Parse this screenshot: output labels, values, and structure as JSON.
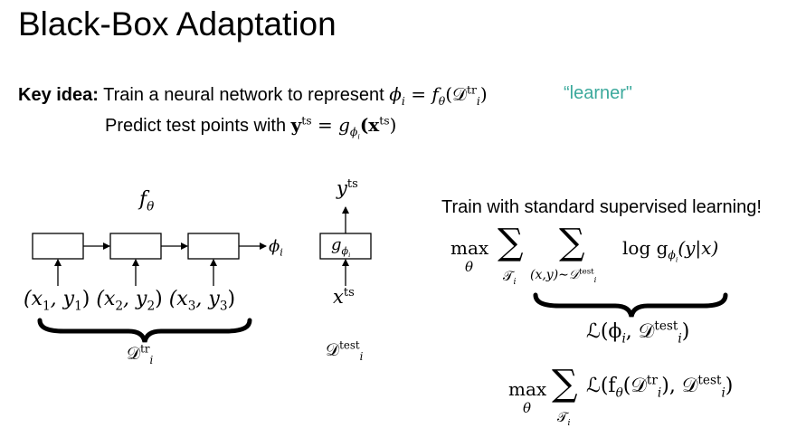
{
  "title": "Black-Box Adaptation",
  "key_idea": {
    "label": "Key idea:",
    "text": "Train a neural network to represent",
    "phi": "ϕ",
    "phi_sub": "i",
    "eq": " = ",
    "f": "f",
    "f_sub": "θ",
    "D": "(𝒟",
    "D_sup": "tr",
    "D_sub": "i",
    "close": ")",
    "learner": "“learner\""
  },
  "predict": {
    "text": "Predict test points with",
    "y": "y",
    "y_sup": "ts",
    "eq": " = ",
    "g": "g",
    "g_sub": "ϕ",
    "g_subsub": "i",
    "x": "(x",
    "x_sup": "ts",
    "close": ")"
  },
  "diagram": {
    "f_label": "f",
    "f_label_sub": "θ",
    "phi_out": "ϕ",
    "phi_out_sub": "i",
    "pairs": [
      {
        "open": "(x",
        "n": "1",
        "mid": ", y",
        "close": ")"
      },
      {
        "open": "(x",
        "n": "2",
        "mid": ", y",
        "close": ")"
      },
      {
        "open": "(x",
        "n": "3",
        "mid": ", y",
        "close": ")"
      }
    ],
    "dtr": "𝒟",
    "dtr_sup": "tr",
    "dtr_sub": "i",
    "y_ts": "y",
    "y_ts_sup": "ts",
    "g_box": "g",
    "g_box_sub": "ϕ",
    "g_box_subsub": "i",
    "x_ts": "x",
    "x_ts_sup": "ts",
    "dtest": "𝒟",
    "dtest_sup": "test",
    "dtest_sub": "i"
  },
  "supervised": "Train with standard supervised learning!",
  "eq1": {
    "max": "max",
    "theta": "θ",
    "sum": "∑",
    "T": "𝒯",
    "T_sub": "i",
    "under2": "(x,y)∼𝒟",
    "under2_sup": "test",
    "under2_sub": "i",
    "log": "log g",
    "g_sub": "ϕ",
    "g_subsub": "i",
    "arg": "(y|x)"
  },
  "loss": {
    "L": "ℒ(ϕ",
    "phi_sub": "i",
    "comma": ", 𝒟",
    "sup": "test",
    "sub": "i",
    "close": ")"
  },
  "eq2": {
    "max": "max",
    "theta": "θ",
    "sum": "∑",
    "T": "𝒯",
    "T_sub": "i",
    "L": "ℒ(f",
    "f_sub": "θ",
    "D": "(𝒟",
    "D_sup": "tr",
    "D_sub": "i",
    "mid": "), 𝒟",
    "sup": "test",
    "sub": "i",
    "close": ")"
  },
  "colors": {
    "learner": "#3ba99c",
    "ink": "#000000"
  }
}
